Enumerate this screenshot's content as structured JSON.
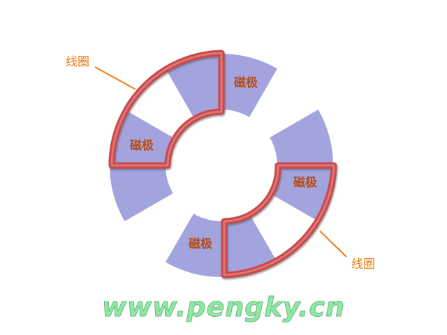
{
  "diagram": {
    "poles": [
      {
        "label": "磁极",
        "position": "top-right"
      },
      {
        "label": "磁极",
        "position": "left"
      },
      {
        "label": "磁极",
        "position": "right"
      },
      {
        "label": "磁极",
        "position": "bottom"
      }
    ],
    "coils": [
      {
        "label": "线圈",
        "position": "upper-left"
      },
      {
        "label": "线圈",
        "position": "lower-right"
      }
    ],
    "colors": {
      "pole": "#a3a3dd",
      "coil": "#d4585a",
      "coil_label": "#f07a10",
      "pole_label": "#b34d1a"
    }
  },
  "watermark": "www.pengky.cn"
}
